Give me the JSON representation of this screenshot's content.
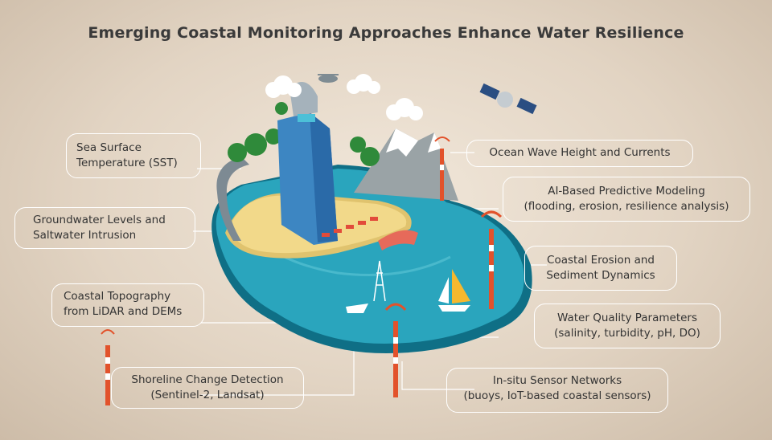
{
  "title": "Emerging Coastal Monitoring Approaches Enhance Water Resilience",
  "labels": {
    "sst": [
      "Sea Surface",
      "Temperature (SST)"
    ],
    "groundwater": [
      "Groundwater Levels and",
      "Saltwater Intrusion"
    ],
    "topography": [
      "Coastal Topography",
      "from LiDAR and DEMs"
    ],
    "shoreline": [
      "Shoreline Change Detection",
      "(Sentinel-2, Landsat)"
    ],
    "ocean_wave": [
      "Ocean Wave Height and Currents"
    ],
    "ai_modeling": [
      "AI-Based Predictive Modeling",
      "(flooding, erosion, resilience analysis)"
    ],
    "erosion": [
      "Coastal Erosion and",
      "Sediment Dynamics"
    ],
    "water_quality": [
      "Water Quality Parameters",
      "(salinity, turbidity, pH, DO)"
    ],
    "sensors": [
      "In-situ Sensor Networks",
      "(buoys, IoT-based coastal sensors)"
    ]
  },
  "colors": {
    "title": "#3a3a3a",
    "water": "#1f8fa6",
    "sand": "#f2d98a",
    "beacon": "#e2522b"
  }
}
